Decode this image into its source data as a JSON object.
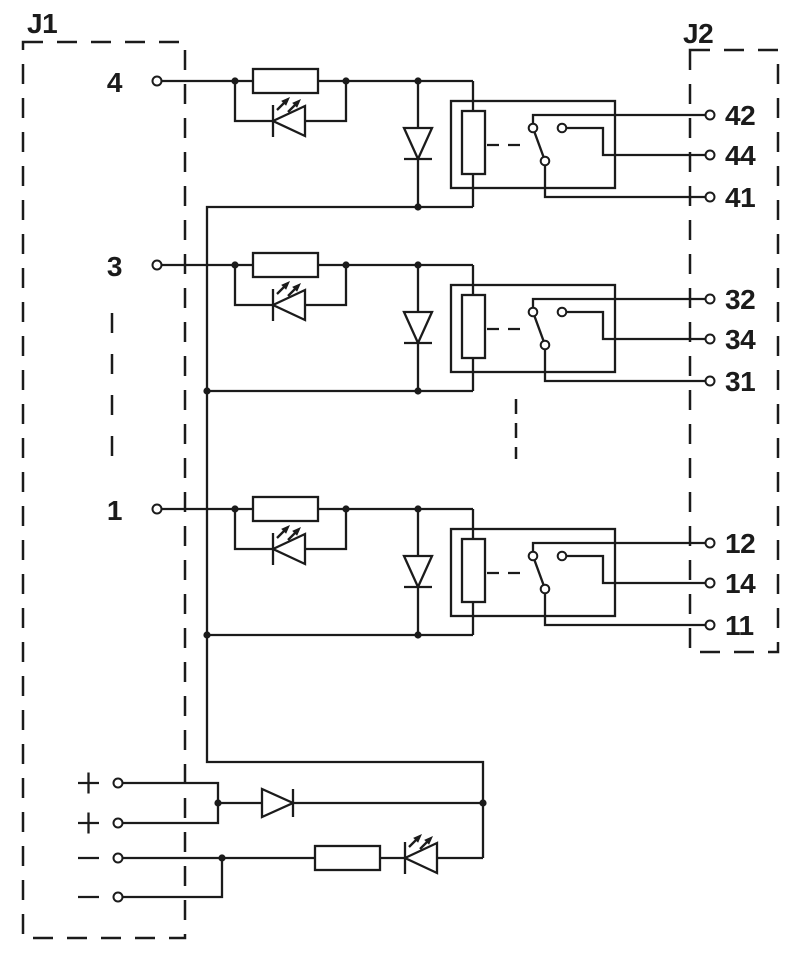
{
  "diagram": {
    "kind": "relay-module-wiring-schematic",
    "connector_left": {
      "label": "J1",
      "signal_terminals": [
        {
          "pin": "4"
        },
        {
          "pin": "3"
        },
        {
          "pin": "1"
        }
      ],
      "power_terminals": [
        {
          "polarity": "+"
        },
        {
          "polarity": "+"
        },
        {
          "polarity": "-"
        },
        {
          "polarity": "-"
        }
      ]
    },
    "connector_right": {
      "label": "J2",
      "contact_groups": [
        {
          "nc": "42",
          "no": "44",
          "com": "41"
        },
        {
          "nc": "32",
          "no": "34",
          "com": "31"
        },
        {
          "nc": "12",
          "no": "14",
          "com": "11"
        }
      ]
    },
    "channels": [
      {
        "input_pin": "4",
        "outputs": [
          "42",
          "44",
          "41"
        ],
        "parts": [
          "series-resistor",
          "status-led",
          "flyback-diode",
          "relay-coil",
          "changeover-contact"
        ]
      },
      {
        "input_pin": "3",
        "outputs": [
          "32",
          "34",
          "31"
        ],
        "parts": [
          "series-resistor",
          "status-led",
          "flyback-diode",
          "relay-coil",
          "changeover-contact"
        ]
      },
      {
        "input_pin": "1",
        "outputs": [
          "12",
          "14",
          "11"
        ],
        "parts": [
          "series-resistor",
          "status-led",
          "flyback-diode",
          "relay-coil",
          "changeover-contact"
        ]
      }
    ],
    "power_circuit": {
      "parts": [
        "reverse-protection-diode",
        "series-resistor",
        "power-led"
      ]
    },
    "colors": {
      "line": "#1b1b1b",
      "background": "#ffffff"
    }
  }
}
